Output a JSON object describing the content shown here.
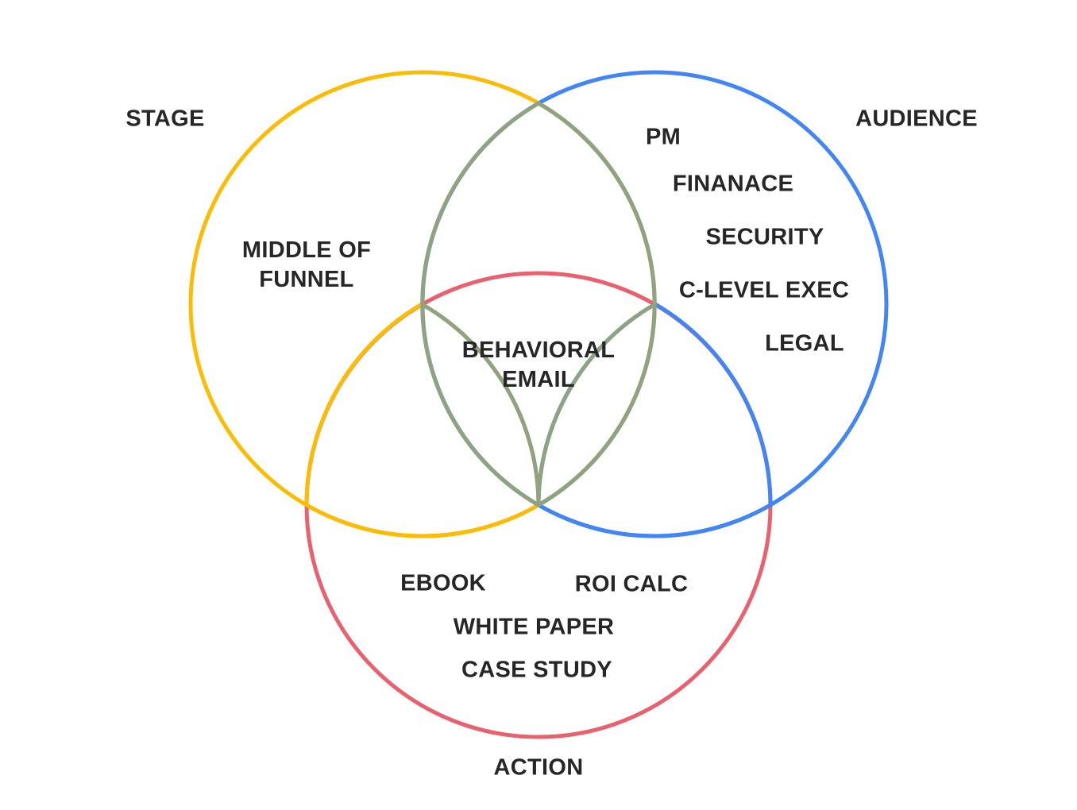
{
  "sets": {
    "stage": {
      "label": "STAGE",
      "color": "#FBBC05"
    },
    "audience": {
      "label": "AUDIENCE",
      "color": "#4285F4"
    },
    "action": {
      "label": "ACTION",
      "color": "#E8616E"
    }
  },
  "overlap_color": "#8FA382",
  "stage_items": {
    "line1": "MIDDLE OF",
    "line2": "FUNNEL"
  },
  "audience_items": [
    "PM",
    "FINANACE",
    "SECURITY",
    "C-LEVEL EXEC",
    "LEGAL"
  ],
  "action_items": [
    "EBOOK",
    "ROI CALC",
    "WHITE PAPER",
    "CASE STUDY"
  ],
  "center": {
    "line1": "BEHAVIORAL",
    "line2": "EMAIL"
  }
}
